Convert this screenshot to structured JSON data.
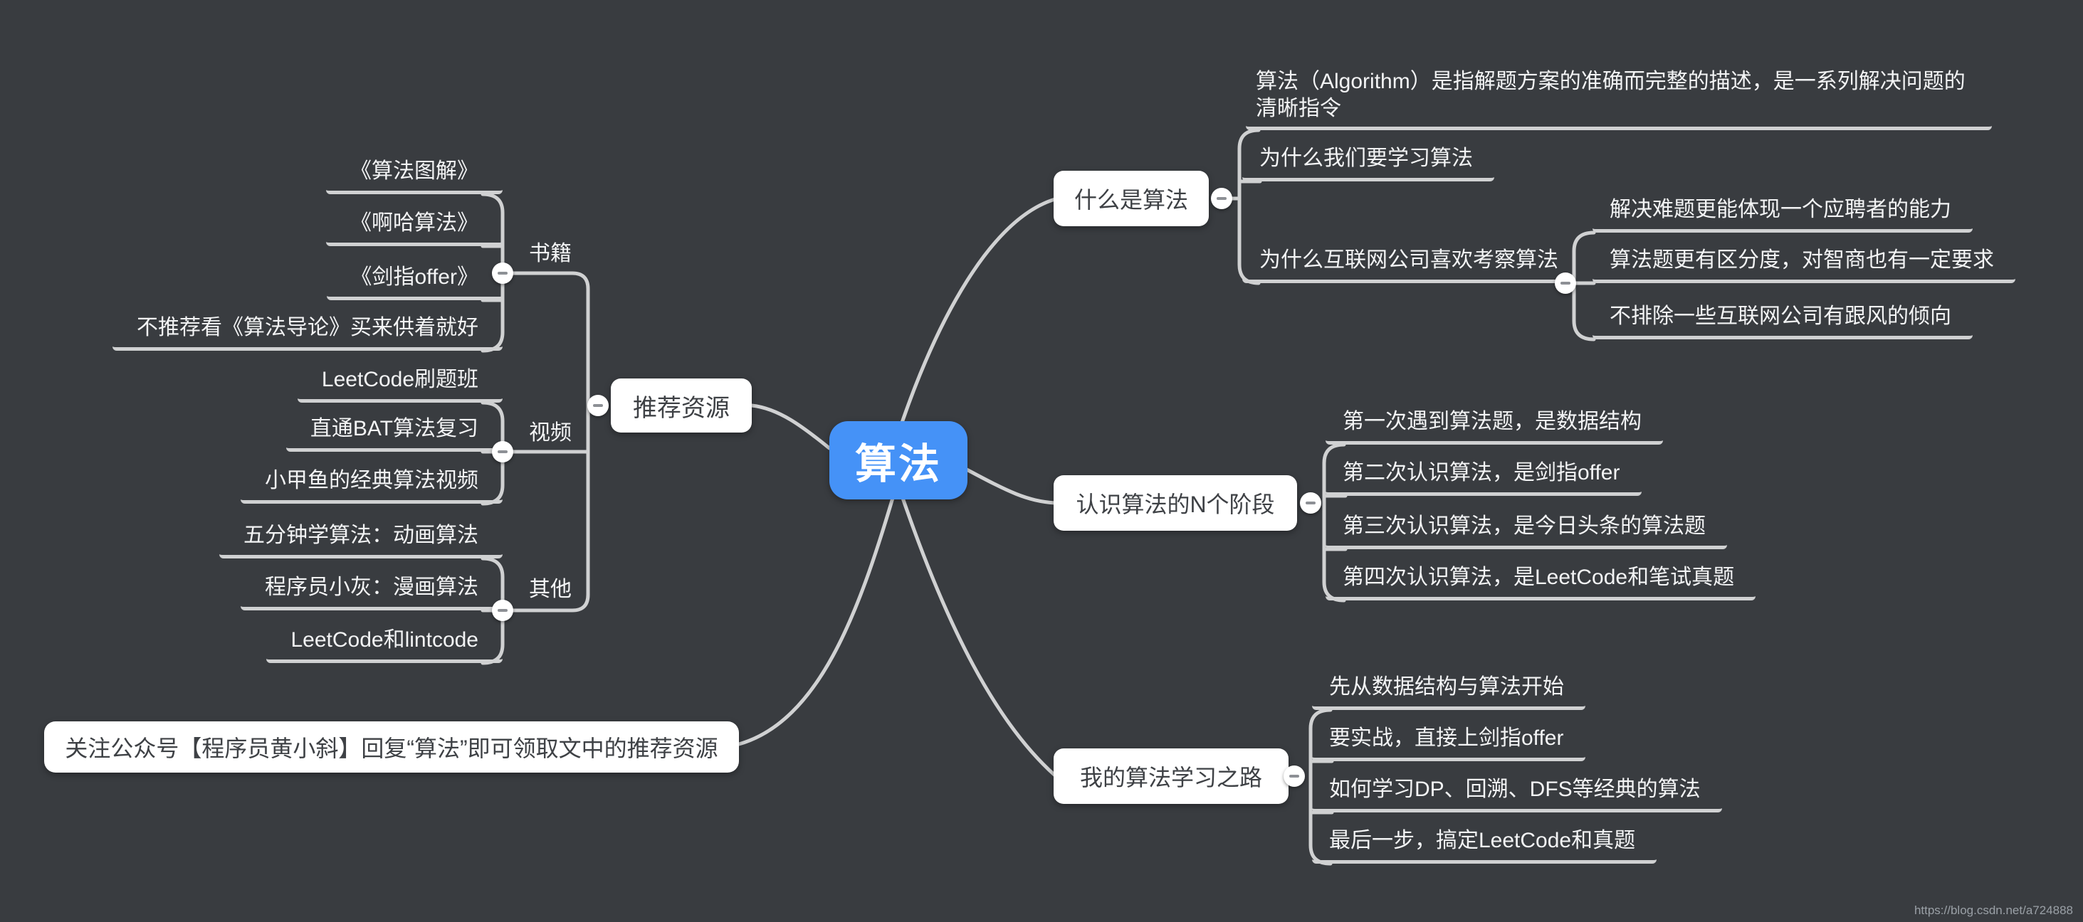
{
  "root": {
    "label": "算法"
  },
  "right_branches": [
    {
      "label": "什么是算法",
      "children": [
        {
          "label": "算法（Algorithm）是指解题方案的准确而完整的描述，是一系列解决问题的清晰指令"
        },
        {
          "label": "为什么我们要学习算法"
        },
        {
          "label": "为什么互联网公司喜欢考察算法",
          "children": [
            {
              "label": "解决难题更能体现一个应聘者的能力"
            },
            {
              "label": "算法题更有区分度，对智商也有一定要求"
            },
            {
              "label": "不排除一些互联网公司有跟风的倾向"
            }
          ]
        }
      ]
    },
    {
      "label": "认识算法的N个阶段",
      "children": [
        {
          "label": "第一次遇到算法题，是数据结构"
        },
        {
          "label": "第二次认识算法，是剑指offer"
        },
        {
          "label": "第三次认识算法，是今日头条的算法题"
        },
        {
          "label": "第四次认识算法，是LeetCode和笔试真题"
        }
      ]
    },
    {
      "label": "我的算法学习之路",
      "children": [
        {
          "label": "先从数据结构与算法开始"
        },
        {
          "label": "要实战，直接上剑指offer"
        },
        {
          "label": "如何学习DP、回溯、DFS等经典的算法"
        },
        {
          "label": "最后一步，搞定LeetCode和真题"
        }
      ]
    }
  ],
  "left_branch": {
    "label": "推荐资源",
    "groups": [
      {
        "label": "书籍",
        "items": [
          "《算法图解》",
          "《啊哈算法》",
          "《剑指offer》",
          "不推荐看《算法导论》买来供着就好"
        ]
      },
      {
        "label": "视频",
        "items": [
          "LeetCode刷题班",
          "直通BAT算法复习",
          "小甲鱼的经典算法视频"
        ]
      },
      {
        "label": "其他",
        "items": [
          "五分钟学算法：动画算法",
          "程序员小灰：漫画算法",
          "LeetCode和lintcode"
        ]
      }
    ]
  },
  "note": {
    "label": "关注公众号【程序员黄小斜】回复“算法”即可领取文中的推荐资源"
  },
  "watermark": "https://blog.csdn.net/a724888",
  "colors": {
    "background": "#393c40",
    "root_fill": "#4592f7",
    "node_fill": "#ffffff",
    "node_text": "#3e4145",
    "line": "#d0d1d2",
    "leaf_text": "#f3f4f5"
  }
}
